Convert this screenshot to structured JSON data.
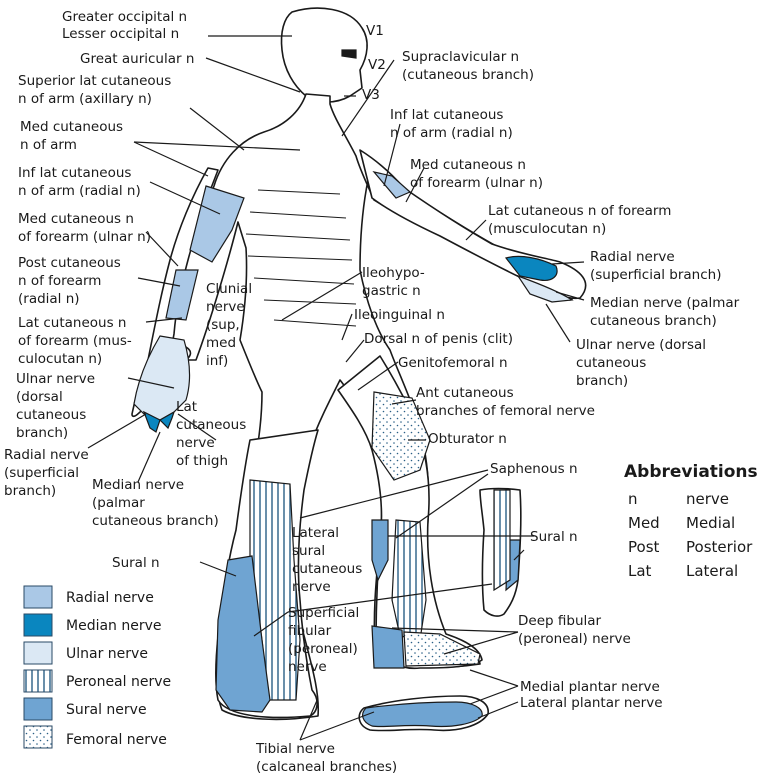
{
  "colors": {
    "radial": "#aac8e6",
    "median": "#0a86bf",
    "ulnar": "#dbe8f4",
    "sural": "#6fa4d2",
    "outline": "#1a1a1a",
    "hatch": "#2a5f86"
  },
  "labels": {
    "greater_occipital": "Greater occipital n",
    "lesser_occipital": "Lesser occipital n",
    "great_auricular": "Great auricular n",
    "superior_lat_cut": "Superior lat cutaneous\nn of arm (axillary n)",
    "med_cut_arm": "Med cutaneous\nn of arm",
    "inf_lat_cut_left": "Inf lat cutaneous\nn of arm (radial n)",
    "med_cut_forearm_left": "Med cutaneous n\nof forearm (ulnar n)",
    "post_cut_forearm": "Post cutaneous\nn of forearm\n(radial n)",
    "lat_cut_forearm_left": "Lat cutaneous n\nof forearm (mus-\nculocutan n)",
    "ulnar_dorsal_left": "Ulnar nerve\n(dorsal\ncutaneous\nbranch)",
    "radial_superficial_left": "Radial nerve\n(superficial\nbranch)",
    "median_palmar_left": "Median nerve\n(palmar\ncutaneous branch)",
    "lat_cut_thigh": "Lat\ncutaneous\nnerve\nof thigh",
    "clunial": "Clunial\nnerve\n(sup,\nmed\ninf)",
    "sural_left": "Sural n",
    "v1": "V1",
    "v2": "V2",
    "v3": "V3",
    "supraclavicular": "Supraclavicular n\n(cutaneous branch)",
    "inf_lat_cut_right": "Inf lat cutaneous\nn of arm (radial n)",
    "med_cut_forearm_right": "Med cutaneous n\nof forearm (ulnar n)",
    "lat_cut_forearm_right": "Lat cutaneous n of forearm\n(musculocutan n)",
    "radial_superficial_right": "Radial nerve\n(superficial branch)",
    "median_palmar_right": "Median nerve (palmar\ncutaneous branch)",
    "ulnar_dorsal_right": "Ulnar nerve (dorsal\ncutaneous\nbranch)",
    "ileohypogastric": "Ileohypo-\ngastric n",
    "ileoinguinal": "Ileoinguinal n",
    "dorsal_penis": "Dorsal n of penis (clit)",
    "genitofemoral": "Genitofemoral n",
    "ant_cut_femoral": "Ant cutaneous\nbranches of femoral nerve",
    "obturator": "Obturator n",
    "saphenous": "Saphenous n",
    "sural_right": "Sural n",
    "lateral_sural": "Lateral\nsural\ncutaneous\nnerve",
    "superficial_fibular": "Superficial\nfibular\n(peroneal)\nnerve",
    "deep_fibular": "Deep fibular\n(peroneal) nerve",
    "medial_plantar": "Medial plantar nerve",
    "lateral_plantar": "Lateral plantar nerve",
    "tibial": "Tibial nerve\n(calcaneal branches)"
  },
  "legend": [
    {
      "label": "Radial nerve",
      "pattern": "radial"
    },
    {
      "label": "Median nerve",
      "pattern": "median"
    },
    {
      "label": "Ulnar nerve",
      "pattern": "ulnar"
    },
    {
      "label": "Peroneal nerve",
      "pattern": "peroneal"
    },
    {
      "label": "Sural nerve",
      "pattern": "sural"
    },
    {
      "label": "Femoral nerve",
      "pattern": "femoral"
    }
  ],
  "abbreviations": {
    "title": "Abbreviations",
    "rows": [
      {
        "abbr": "n",
        "meaning": "nerve"
      },
      {
        "abbr": "Med",
        "meaning": "Medial"
      },
      {
        "abbr": "Post",
        "meaning": "Posterior"
      },
      {
        "abbr": "Lat",
        "meaning": "Lateral"
      }
    ]
  }
}
